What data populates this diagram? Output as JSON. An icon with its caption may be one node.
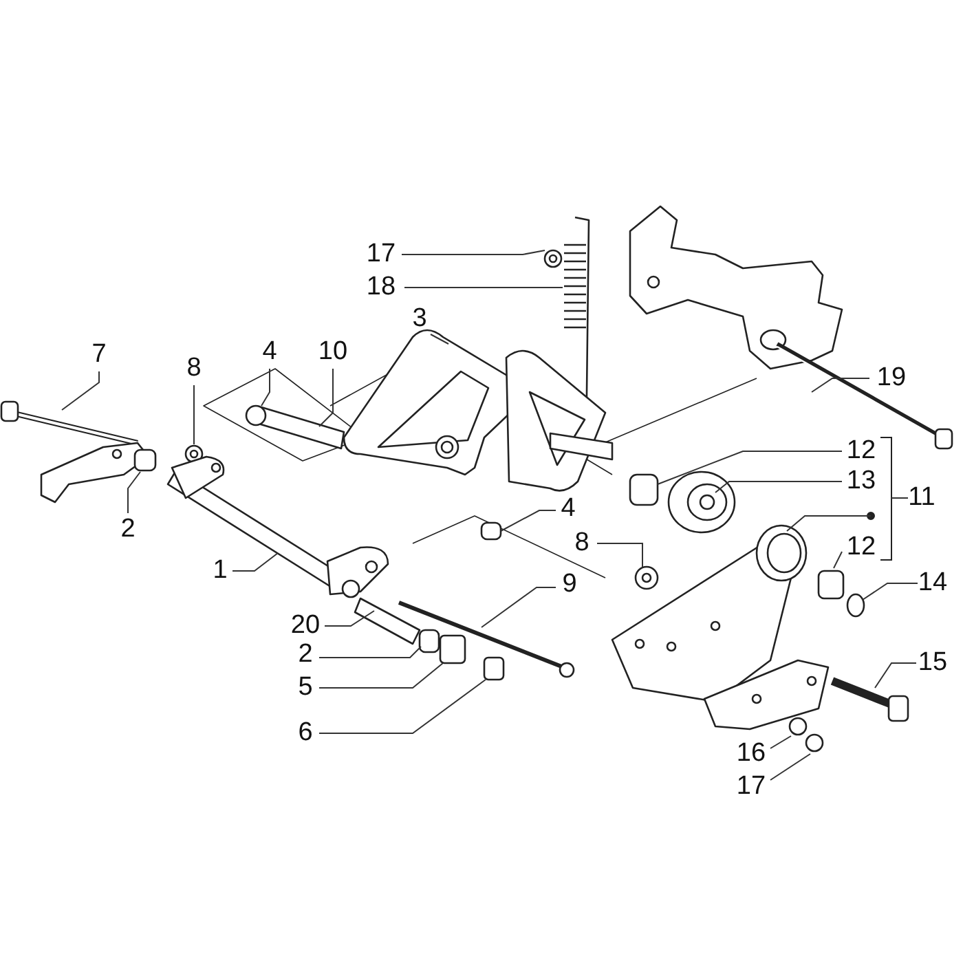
{
  "diagram": {
    "nodes": [
      {
        "text": [
          "17"
        ]
      },
      {
        "text": [
          "18"
        ]
      },
      {
        "text": [
          "3"
        ]
      },
      {
        "text": [
          "7"
        ]
      },
      {
        "text": [
          "4"
        ]
      },
      {
        "text": [
          "10"
        ]
      },
      {
        "text": [
          "8"
        ]
      },
      {
        "text": [
          "19"
        ]
      },
      {
        "text": [
          "12"
        ]
      },
      {
        "text": [
          "13"
        ]
      },
      {
        "text": [
          "11"
        ]
      },
      {
        "text": [
          "4"
        ]
      },
      {
        "text": [
          "2"
        ]
      },
      {
        "text": [
          "8"
        ]
      },
      {
        "text": [
          "12"
        ]
      },
      {
        "text": [
          "1"
        ]
      },
      {
        "text": [
          "14"
        ]
      },
      {
        "text": [
          "9"
        ]
      },
      {
        "text": [
          "20"
        ]
      },
      {
        "text": [
          "2"
        ]
      },
      {
        "text": [
          "15"
        ]
      },
      {
        "text": [
          "5"
        ]
      },
      {
        "text": [
          "6"
        ]
      },
      {
        "text": [
          "16"
        ]
      },
      {
        "text": [
          "17"
        ]
      }
    ],
    "edges": [
      {
        "from": 0,
        "to": null,
        "arrow": "none"
      },
      {
        "from": 1,
        "to": null,
        "arrow": "none"
      },
      {
        "from": 2,
        "to": null,
        "arrow": "none"
      },
      {
        "from": 3,
        "to": null,
        "arrow": "none"
      },
      {
        "from": 4,
        "to": null,
        "arrow": "none"
      },
      {
        "from": 5,
        "to": null,
        "arrow": "none"
      },
      {
        "from": 6,
        "to": null,
        "arrow": "none"
      },
      {
        "from": 7,
        "to": null,
        "arrow": "none"
      },
      {
        "from": 8,
        "to": null,
        "arrow": "none"
      },
      {
        "from": 9,
        "to": null,
        "arrow": "none"
      },
      {
        "from": 10,
        "to": null,
        "arrow": "none"
      },
      {
        "from": 11,
        "to": null,
        "arrow": "none"
      },
      {
        "from": 12,
        "to": null,
        "arrow": "none"
      },
      {
        "from": 13,
        "to": null,
        "arrow": "none"
      },
      {
        "from": 14,
        "to": null,
        "arrow": "none"
      },
      {
        "from": 15,
        "to": null,
        "arrow": "none"
      },
      {
        "from": 16,
        "to": null,
        "arrow": "none"
      },
      {
        "from": 17,
        "to": null,
        "arrow": "none"
      },
      {
        "from": 18,
        "to": null,
        "arrow": "none"
      },
      {
        "from": 19,
        "to": null,
        "arrow": "none"
      },
      {
        "from": 20,
        "to": null,
        "arrow": "none"
      },
      {
        "from": 21,
        "to": null,
        "arrow": "none"
      },
      {
        "from": 22,
        "to": null,
        "arrow": "none"
      },
      {
        "from": 23,
        "to": null,
        "arrow": "none"
      },
      {
        "from": 24,
        "to": null,
        "arrow": "none"
      }
    ]
  }
}
